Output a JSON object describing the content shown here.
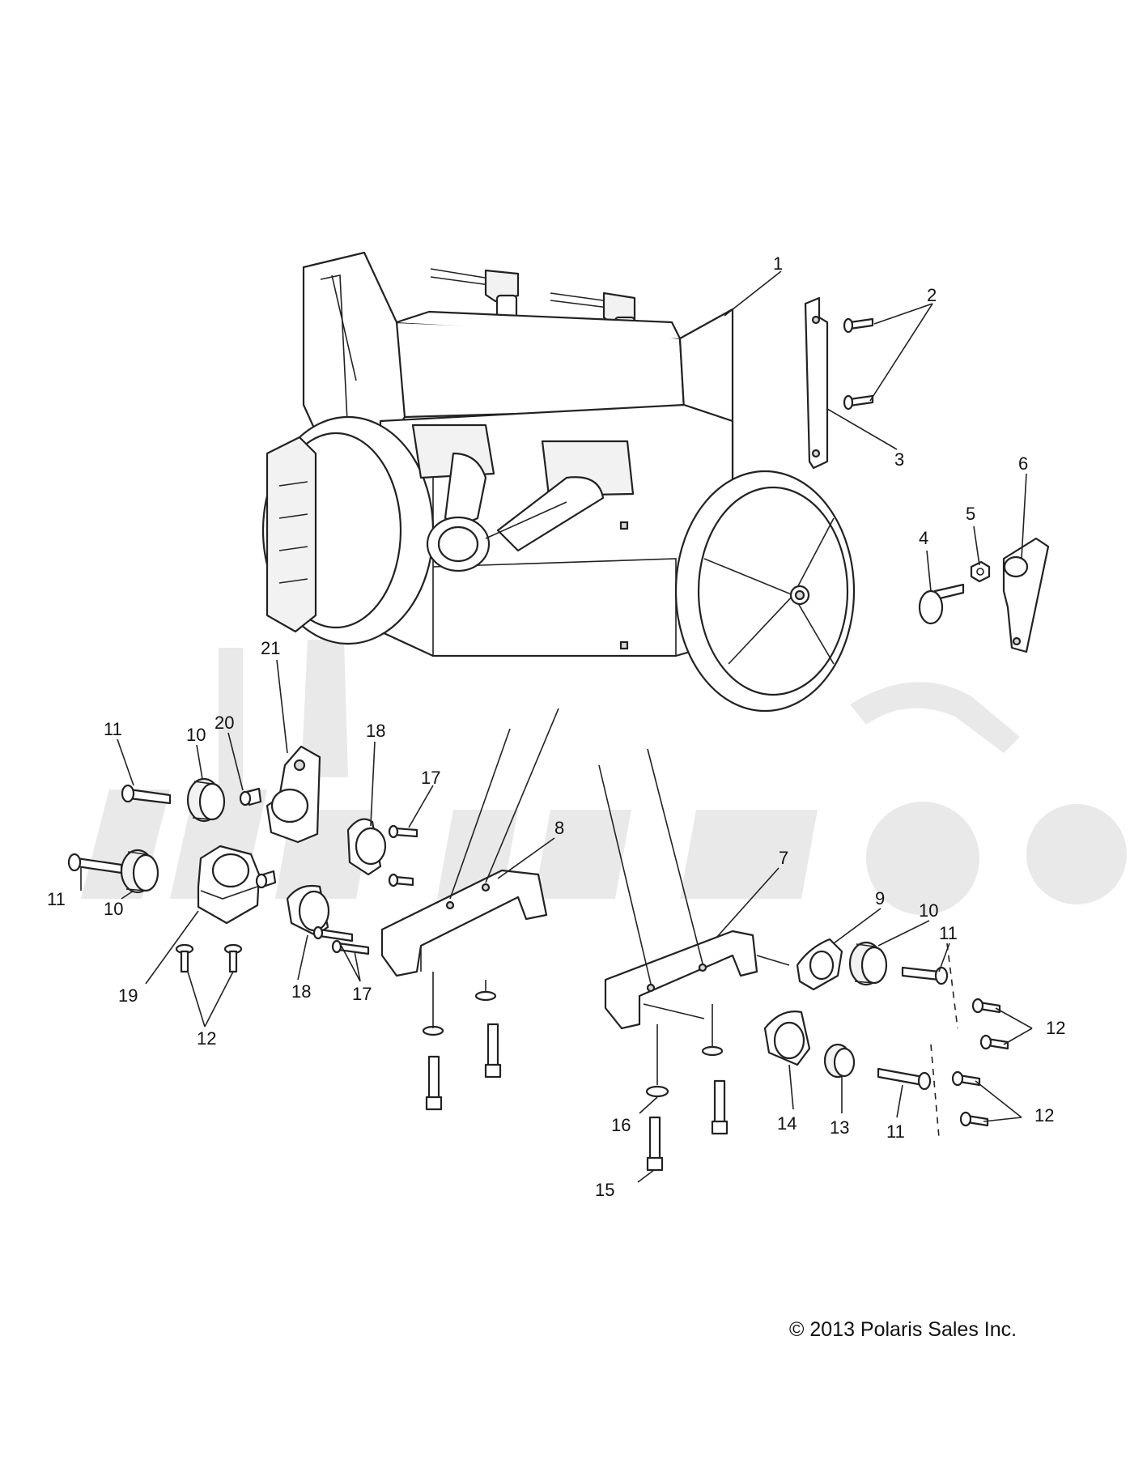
{
  "copyright": "© 2013 Polaris Sales Inc.",
  "callouts": [
    {
      "id": "c1",
      "label": "1"
    },
    {
      "id": "c2",
      "label": "2"
    },
    {
      "id": "c3",
      "label": "3"
    },
    {
      "id": "c4",
      "label": "4"
    },
    {
      "id": "c5",
      "label": "5"
    },
    {
      "id": "c6",
      "label": "6"
    },
    {
      "id": "c7",
      "label": "7"
    },
    {
      "id": "c8",
      "label": "8"
    },
    {
      "id": "c9",
      "label": "9"
    },
    {
      "id": "c10a",
      "label": "10"
    },
    {
      "id": "c10b",
      "label": "10"
    },
    {
      "id": "c10c",
      "label": "10"
    },
    {
      "id": "c11a",
      "label": "11"
    },
    {
      "id": "c11b",
      "label": "11"
    },
    {
      "id": "c11c",
      "label": "11"
    },
    {
      "id": "c11d",
      "label": "11"
    },
    {
      "id": "c12a",
      "label": "12"
    },
    {
      "id": "c12b",
      "label": "12"
    },
    {
      "id": "c12c",
      "label": "12"
    },
    {
      "id": "c13",
      "label": "13"
    },
    {
      "id": "c14",
      "label": "14"
    },
    {
      "id": "c15",
      "label": "15"
    },
    {
      "id": "c16",
      "label": "16"
    },
    {
      "id": "c17a",
      "label": "17"
    },
    {
      "id": "c17b",
      "label": "17"
    },
    {
      "id": "c18a",
      "label": "18"
    },
    {
      "id": "c18b",
      "label": "18"
    },
    {
      "id": "c19",
      "label": "19"
    },
    {
      "id": "c20",
      "label": "20"
    },
    {
      "id": "c21",
      "label": "21"
    }
  ]
}
